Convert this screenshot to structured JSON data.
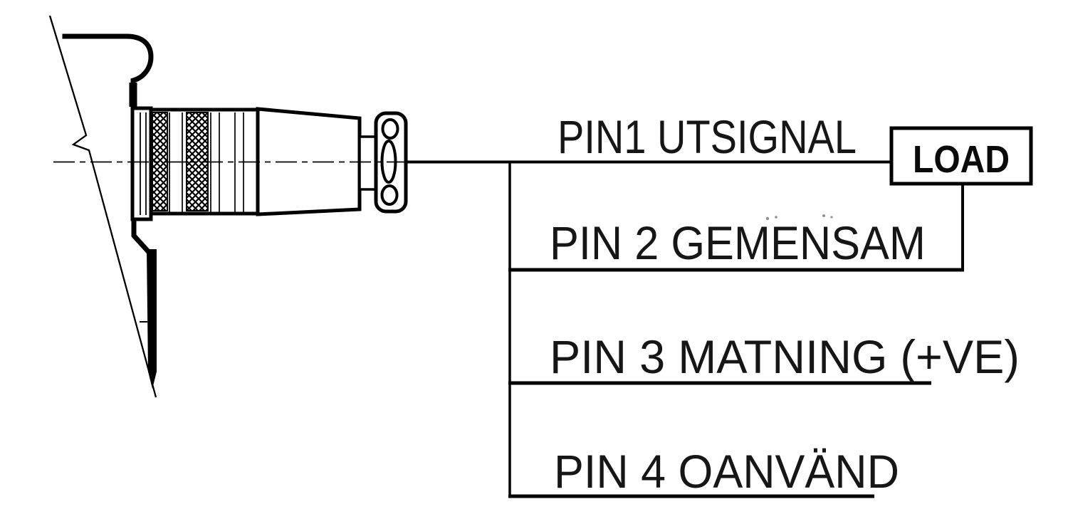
{
  "diagram": {
    "pins": [
      {
        "label": "PIN1 UTSIGNAL"
      },
      {
        "label": "PIN 2 GEMENSAM"
      },
      {
        "label": "PIN 3 MATNING (+VE)"
      },
      {
        "label": "PIN 4 OANVÄND"
      }
    ],
    "load_label": "LOAD",
    "colors": {
      "ink": "#000000",
      "paper": "#ffffff"
    }
  }
}
